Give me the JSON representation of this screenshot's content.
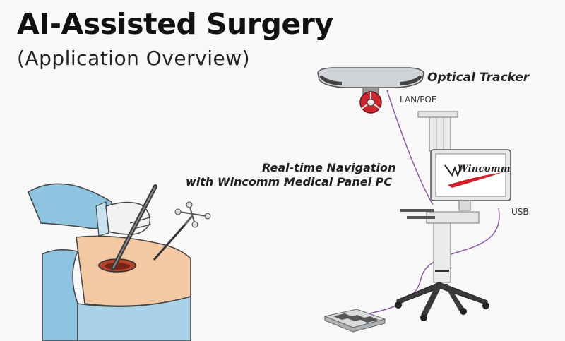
{
  "title": "AI-Assisted Surgery",
  "subtitle": "(Application Overview)",
  "labels": {
    "optical_tracker": "Optical Tracker",
    "navigation_line1": "Real-time Navigation",
    "navigation_line2": "with Wincomm Medical Panel PC",
    "lan_poe": "LAN/POE",
    "usb": "USB"
  },
  "screen_logo": "Wincomm",
  "colors": {
    "cable": "#8a5aa8",
    "surgeon_gown": "#8fc4e0",
    "screen_swoosh": "#d0202c"
  }
}
